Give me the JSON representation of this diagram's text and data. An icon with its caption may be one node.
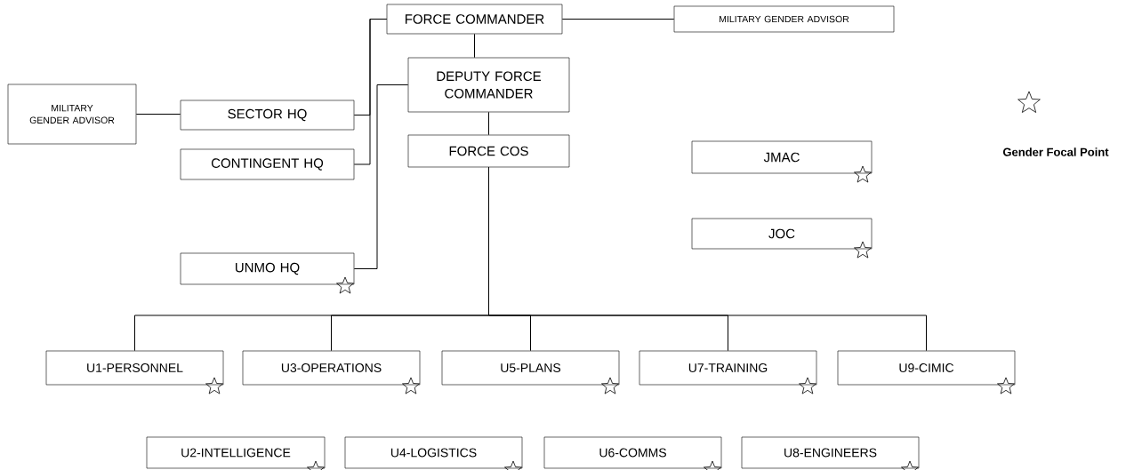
{
  "diagram": {
    "nodes": [
      {
        "text": [
          "FORCE COMMANDER"
        ]
      },
      {
        "text": [
          "MILITARY GENDER ADVISOR"
        ]
      },
      {
        "text": [
          "MILITARY GENDER ADVISOR"
        ]
      },
      {
        "text": [
          "SECTOR HQ"
        ]
      },
      {
        "text": [
          "DEPUTY FORCE COMMANDER"
        ]
      },
      {
        "text": [
          "CONTINGENT HQ"
        ]
      },
      {
        "text": [
          "FORCE COS"
        ]
      },
      {
        "text": [
          "JMAC"
        ]
      },
      {
        "text": [
          "JOC"
        ]
      },
      {
        "text": [
          "UNMO HQ"
        ]
      },
      {
        "text": [
          "U1-PERSONNEL"
        ]
      },
      {
        "text": [
          "U3-OPERATIONS"
        ]
      },
      {
        "text": [
          "U5-PLANS"
        ]
      },
      {
        "text": [
          "U7-TRAINING"
        ]
      },
      {
        "text": [
          "U9-CIMIC"
        ]
      },
      {
        "text": [
          "U2-INTELLIGENCE"
        ]
      },
      {
        "text": [
          "U4-LOGISTICS"
        ]
      },
      {
        "text": [
          "U6-COMMS"
        ]
      },
      {
        "text": [
          "U8-ENGINEERS"
        ]
      }
    ],
    "edges": [
      {
        "from": 0,
        "to": 1,
        "arrow": "none"
      },
      {
        "from": 0,
        "to": 4,
        "arrow": "none"
      },
      {
        "from": 4,
        "to": 6,
        "arrow": "none"
      },
      {
        "from": 2,
        "to": 3,
        "arrow": "none"
      },
      {
        "from": 3,
        "to": 0,
        "arrow": "none"
      },
      {
        "from": 5,
        "to": 0,
        "arrow": "none"
      },
      {
        "from": 9,
        "to": 4,
        "arrow": "none"
      },
      {
        "from": 6,
        "to": 10,
        "arrow": "none"
      },
      {
        "from": 6,
        "to": 11,
        "arrow": "none"
      },
      {
        "from": 6,
        "to": 12,
        "arrow": "none"
      },
      {
        "from": 6,
        "to": 13,
        "arrow": "none"
      },
      {
        "from": 6,
        "to": 14,
        "arrow": "none"
      }
    ],
    "legend": [
      {
        "text": "Gender Focal Point"
      }
    ]
  }
}
